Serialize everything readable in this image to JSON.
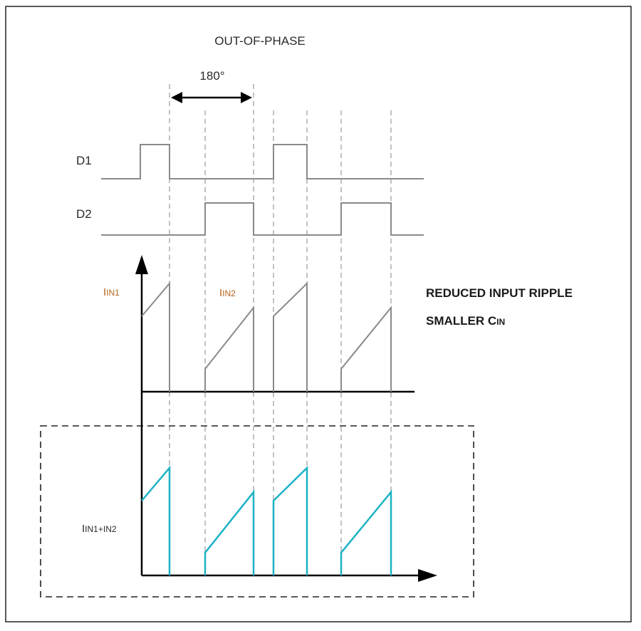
{
  "title": "OUT-OF-PHASE",
  "phase_label": "180°",
  "signals": {
    "d1": "D1",
    "d2": "D2"
  },
  "currents": {
    "iin1": {
      "main": "I",
      "sub": "IN1"
    },
    "iin2": {
      "main": "I",
      "sub": "IN2"
    },
    "iin_sum": {
      "main": "I",
      "sub": "IN1+IN2"
    }
  },
  "notes": {
    "line1": "REDUCED INPUT RIPPLE",
    "line2_main": "SMALLER C",
    "line2_sub": "IN"
  },
  "colors": {
    "signal": "#8a8a8a",
    "axis": "#000000",
    "dashed_guide": "#9a9a9a",
    "sum_current": "#1ab3c4",
    "box_dash": "#222222",
    "iin_label": "#b5651d"
  }
}
